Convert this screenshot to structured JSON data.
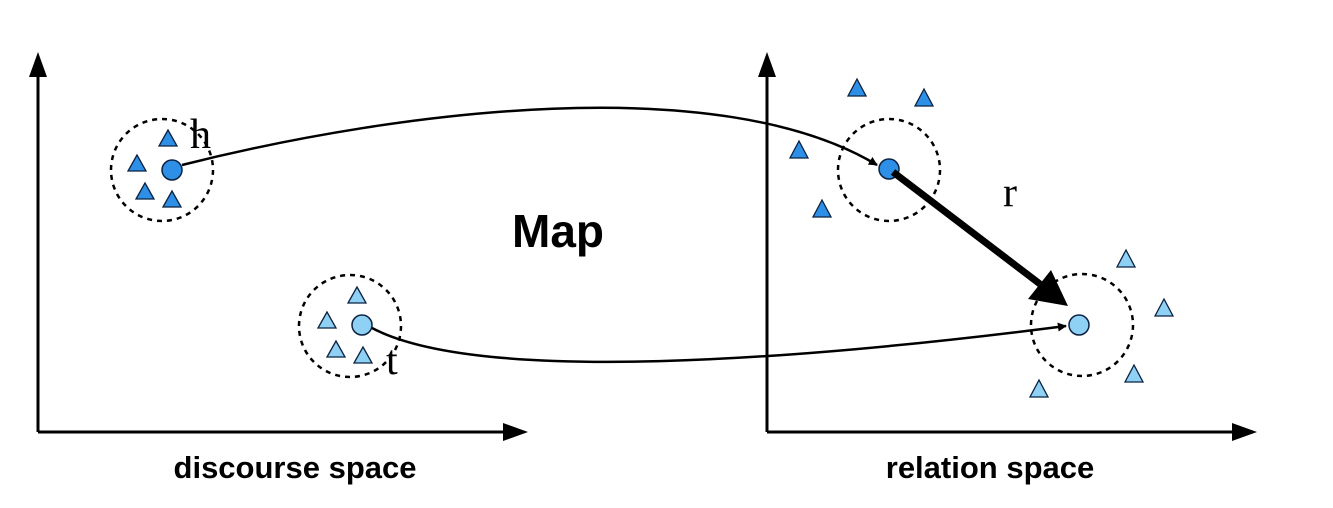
{
  "labels": {
    "discourse_space": "discourse space",
    "relation_space": "relation space",
    "map": "Map",
    "head": "h",
    "tail": "t",
    "relation": "r"
  },
  "colors": {
    "head_fill": "#2d8fe6",
    "tail_fill": "#8fd0f5",
    "stroke": "#0b2240",
    "axis": "#000000",
    "background": "#ffffff"
  }
}
